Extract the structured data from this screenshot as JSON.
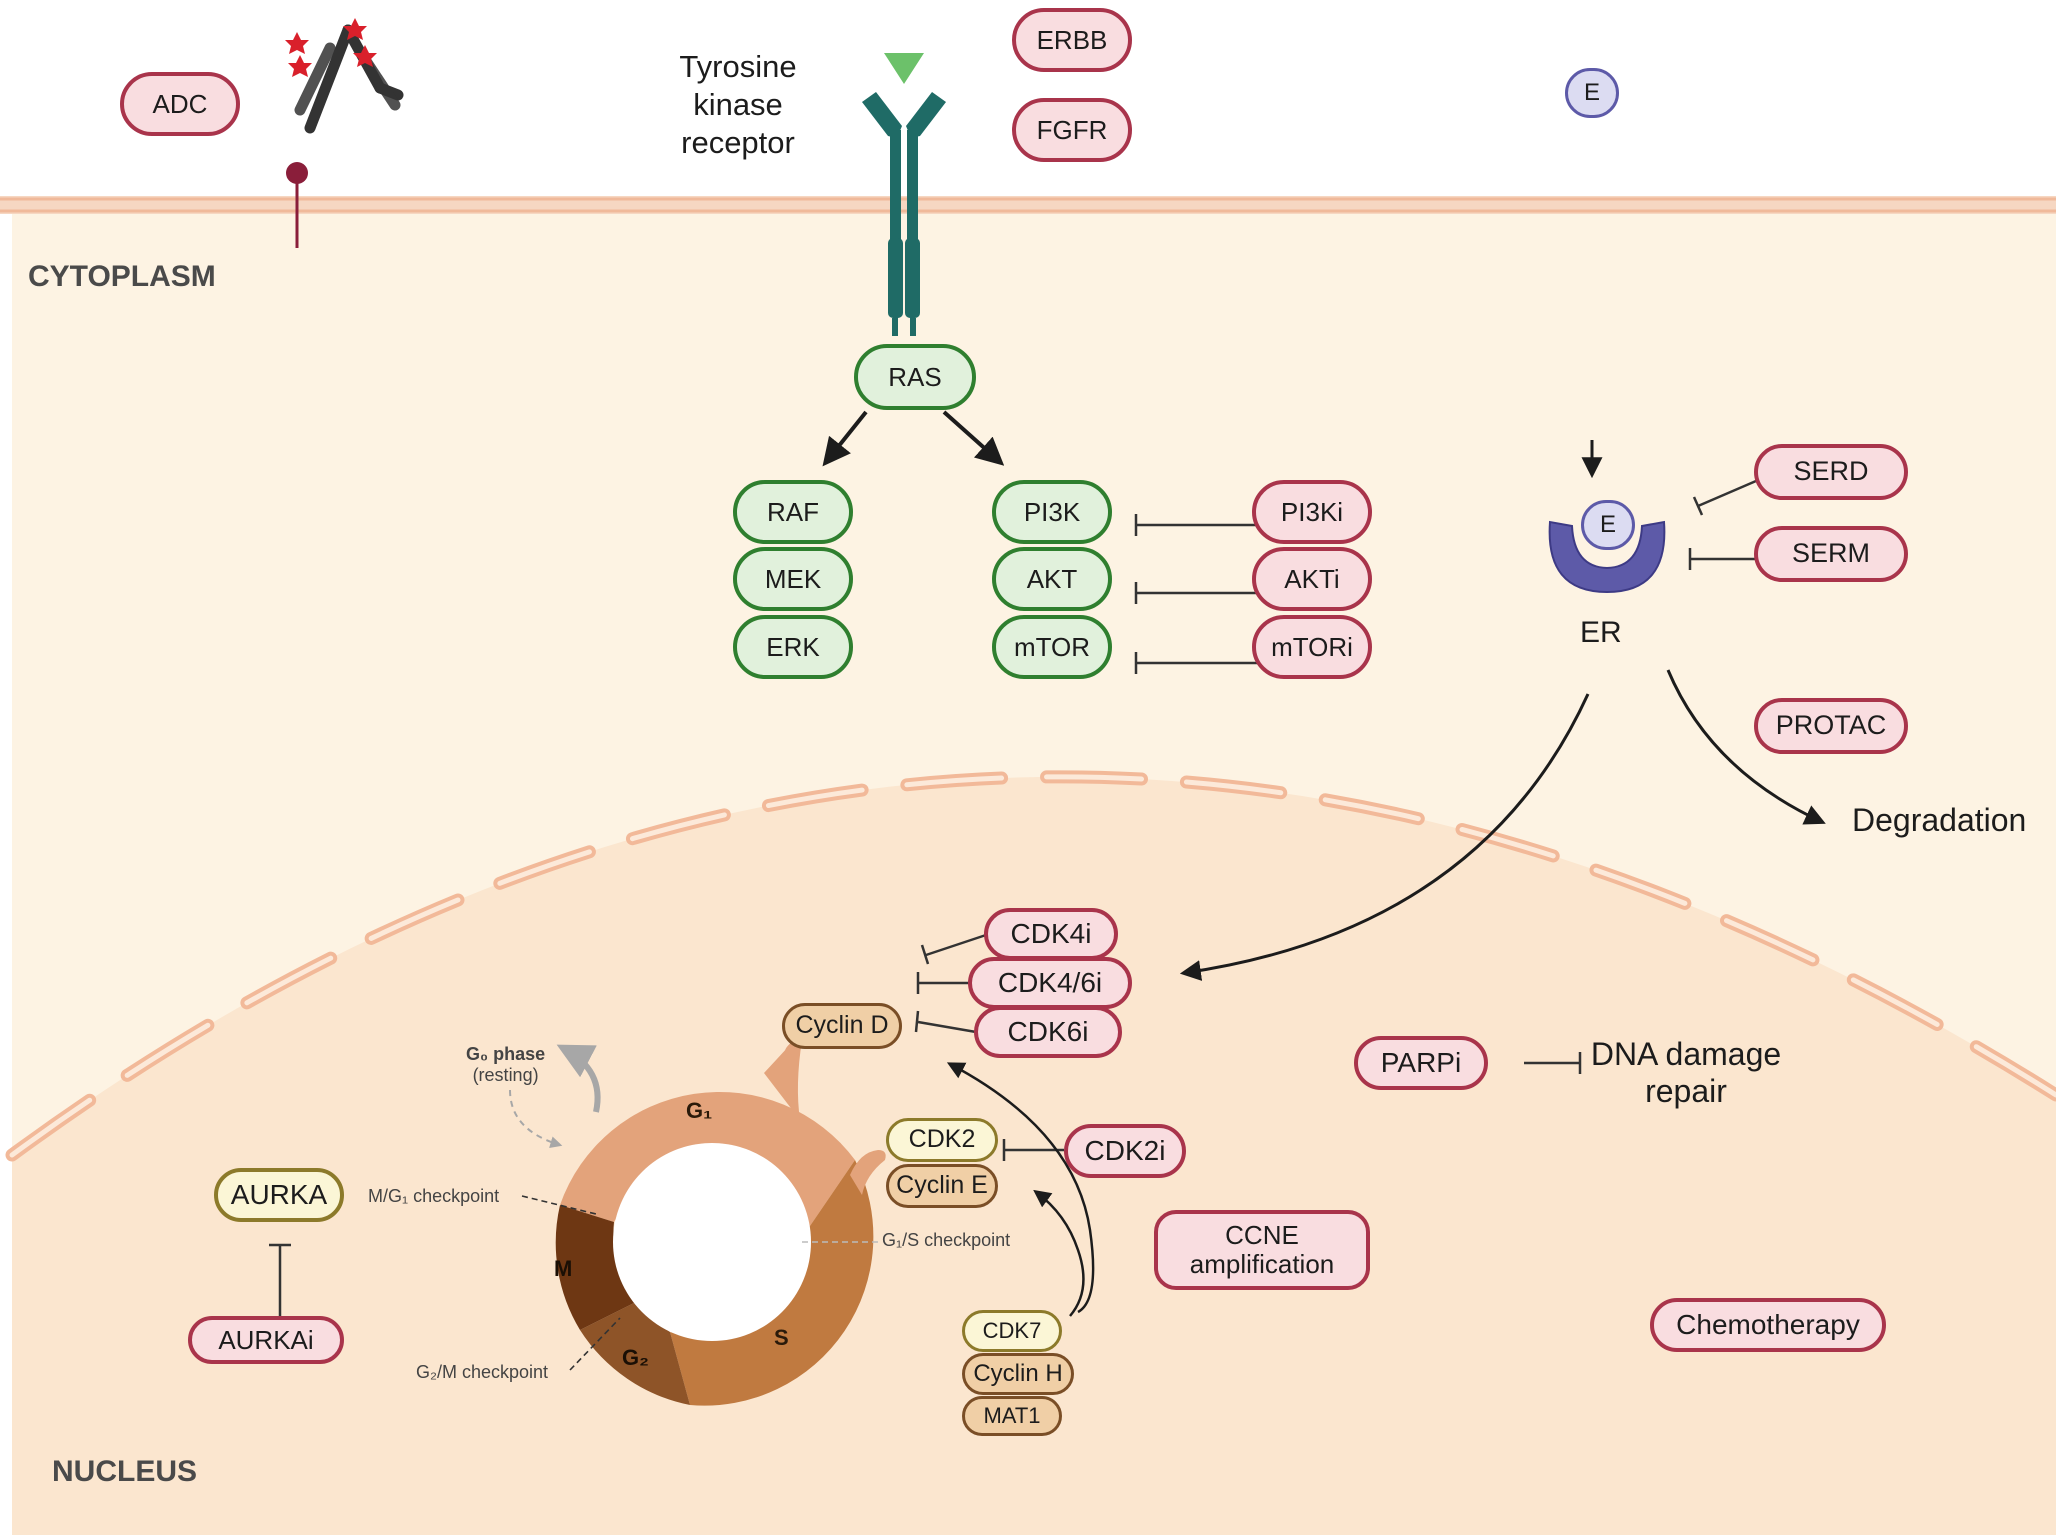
{
  "regions": {
    "cytoplasm": "CYTOPLASM",
    "nucleus": "NUCLEUS"
  },
  "receptor": {
    "label_line1": "Tyrosine",
    "label_line2": "kinase",
    "label_line3": "receptor"
  },
  "membrane_targets": {
    "adc": "ADC",
    "erbb": "ERBB",
    "fgfr": "FGFR"
  },
  "estrogen": {
    "ligand": "E",
    "bound_ligand": "E",
    "receptor": "ER"
  },
  "ras_pathway": {
    "ras": "RAS",
    "mapk": [
      "RAF",
      "MEK",
      "ERK"
    ],
    "pi3k": [
      "PI3K",
      "AKT",
      "mTOR"
    ],
    "inhibitors": [
      "PI3Ki",
      "AKTi",
      "mTORi"
    ]
  },
  "er_drugs": {
    "serd": "SERD",
    "serm": "SERM",
    "protac": "PROTAC",
    "degradation": "Degradation"
  },
  "cdk_inhibitors": [
    "CDK4i",
    "CDK4/6i",
    "CDK6i"
  ],
  "cyclins": {
    "cyclin_d": "Cyclin D",
    "cdk2": "CDK2",
    "cyclin_e": "Cyclin E",
    "cdk2i": "CDK2i",
    "ccne_line1": "CCNE",
    "ccne_line2": "amplification",
    "cak": [
      "CDK7",
      "Cyclin H",
      "MAT1"
    ]
  },
  "cell_cycle": {
    "phases": {
      "g1": "G₁",
      "s": "S",
      "g2": "G₂",
      "m": "M"
    },
    "g0_line1": "G₀ phase",
    "g0_line2": "(resting)",
    "checkpoints": {
      "mg1": "M/G₁ checkpoint",
      "g1s": "G₁/S checkpoint",
      "g2m": "G₂/M checkpoint"
    }
  },
  "aurora": {
    "aurka": "AURKA",
    "aurkai": "AURKAi"
  },
  "dna": {
    "parpi": "PARPi",
    "repair_line1": "DNA damage",
    "repair_line2": "repair"
  },
  "chemo": "Chemotherapy",
  "colors": {
    "membrane": "#f3c4a6",
    "cytoplasm": "#fdf3e3",
    "nucleus": "#fbe6cf",
    "inhibitor_fill": "#f9dde0",
    "inhibitor_border": "#a9344b",
    "pathway_fill": "#e1f1dc",
    "pathway_border": "#2f7f2f",
    "receptor_teal": "#1f6b66",
    "er_purple": "#5d5aa8"
  }
}
